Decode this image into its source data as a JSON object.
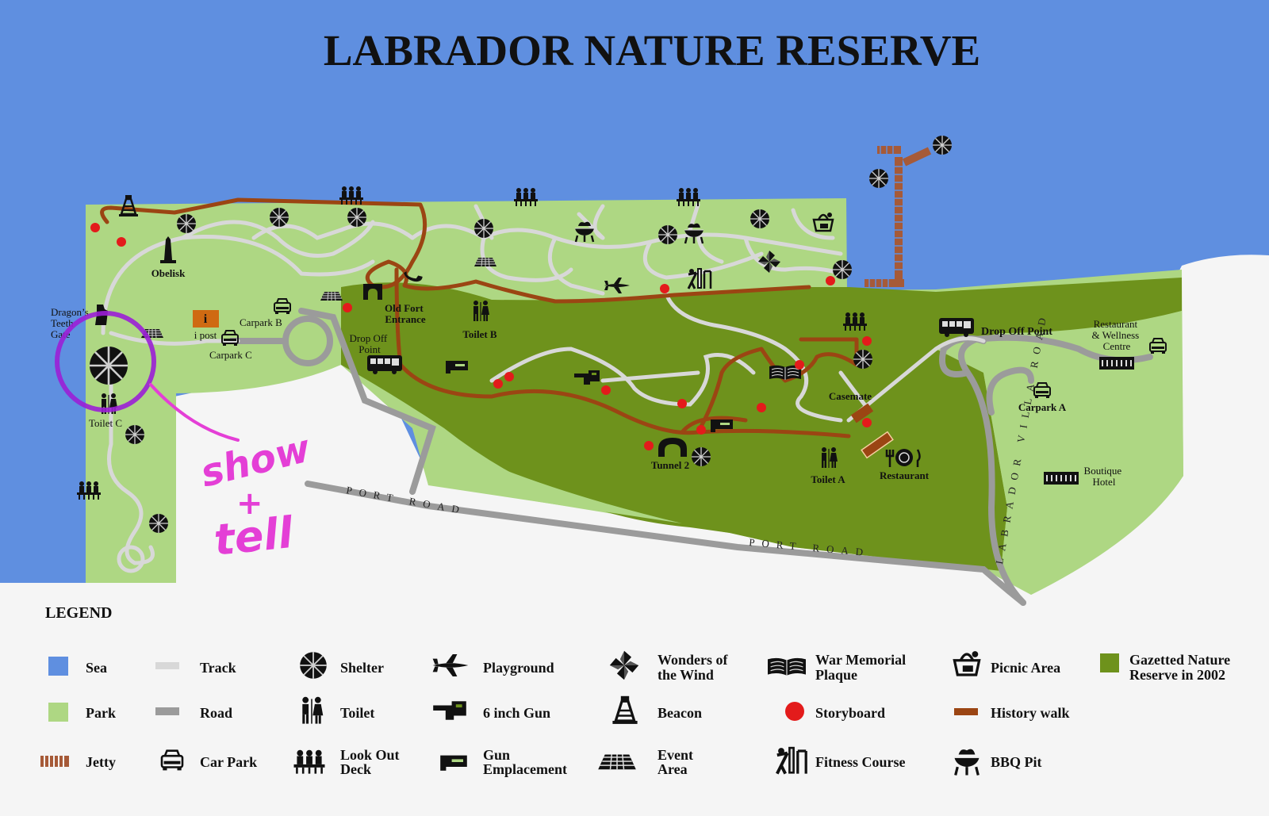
{
  "title": "LABRADOR NATURE RESERVE",
  "colors": {
    "sea": "#5f8fe0",
    "park": "#aed783",
    "reserve": "#6e921c",
    "track": "#d8d8d8",
    "road": "#9b9b9b",
    "history_walk": "#9b4513",
    "jetty": "#a65a38",
    "storyboard": "#e31b1b",
    "annotation": "#e43fd6",
    "circle_annotation": "#9b1fd6"
  },
  "places": {
    "obelisk": "Obelisk",
    "dragons_teeth_gate": [
      "Dragon’s",
      "Teeth",
      "Gate"
    ],
    "i_post": "i post",
    "carpark_b": "Carpark B",
    "carpark_c": "Carpark C",
    "toilet_c": "Toilet C",
    "drop_off_point_left": [
      "Drop Off",
      "Point"
    ],
    "old_fort_entrance": [
      "Old Fort",
      "Entrance"
    ],
    "toilet_b": "Toilet B",
    "tunnel_2": "Tunnel 2",
    "toilet_a": "Toilet A",
    "restaurant": "Restaurant",
    "casemate": "Casemate",
    "drop_off_point_right": "Drop Off Point",
    "restaurant_wellness": [
      "Restaurant",
      "& Wellness",
      "Centre"
    ],
    "carpark_a": "Carpark A",
    "boutique_hotel": [
      "Boutique",
      "Hotel"
    ],
    "port_road": "PORT ROAD",
    "labrador_villa_road": "LABRADOR VILLA ROAD"
  },
  "annotation": {
    "line1": "show",
    "line2": "+",
    "line3": "tell"
  },
  "legend": {
    "title": "LEGEND",
    "items": [
      {
        "label": [
          "Sea"
        ],
        "icon": "sea-swatch"
      },
      {
        "label": [
          "Track"
        ],
        "icon": "track-swatch"
      },
      {
        "label": [
          "Shelter"
        ],
        "icon": "shelter-icon"
      },
      {
        "label": [
          "Playground"
        ],
        "icon": "playground-icon"
      },
      {
        "label": [
          "Wonders of",
          "the Wind"
        ],
        "icon": "pinwheel-icon"
      },
      {
        "label": [
          "War Memorial",
          "Plaque"
        ],
        "icon": "book-icon"
      },
      {
        "label": [
          "Picnic Area"
        ],
        "icon": "picnic-basket-icon"
      },
      {
        "label": [
          "Gazetted Nature",
          "Reserve in 2002"
        ],
        "icon": "reserve-swatch"
      },
      {
        "label": [
          "Park"
        ],
        "icon": "park-swatch"
      },
      {
        "label": [
          "Road"
        ],
        "icon": "road-swatch"
      },
      {
        "label": [
          "Toilet"
        ],
        "icon": "toilet-icon"
      },
      {
        "label": [
          "6 inch Gun"
        ],
        "icon": "gun-icon"
      },
      {
        "label": [
          "Beacon"
        ],
        "icon": "beacon-icon"
      },
      {
        "label": [
          "Storyboard"
        ],
        "icon": "storyboard-dot-icon"
      },
      {
        "label": [
          "History walk"
        ],
        "icon": "history-walk-swatch"
      },
      {
        "label": [
          "Jetty"
        ],
        "icon": "jetty-swatch"
      },
      {
        "label": [
          "Car Park"
        ],
        "icon": "car-icon"
      },
      {
        "label": [
          "Look Out",
          "Deck"
        ],
        "icon": "lookout-people-icon"
      },
      {
        "label": [
          "Gun",
          "Emplacement"
        ],
        "icon": "gun-emplacement-icon"
      },
      {
        "label": [
          "Event",
          "Area"
        ],
        "icon": "event-area-icon"
      },
      {
        "label": [
          "Fitness Course"
        ],
        "icon": "fitness-icon"
      },
      {
        "label": [
          "BBQ Pit"
        ],
        "icon": "bbq-icon"
      }
    ]
  }
}
